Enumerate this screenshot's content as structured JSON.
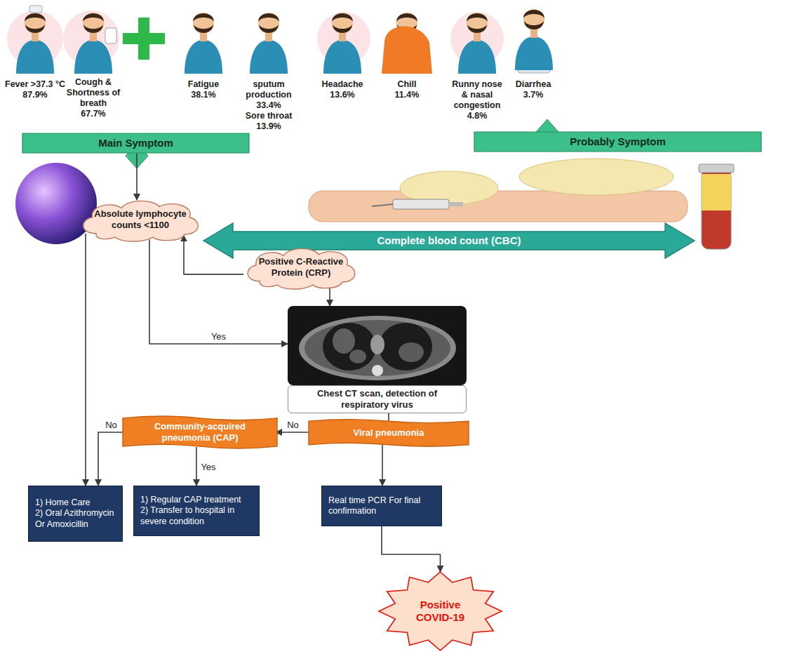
{
  "diagram": {
    "nodes": [
      {
        "text": [
          "Main Symptom"
        ]
      },
      {
        "text": [
          "Probably Symptom"
        ]
      },
      {
        "text": [
          "Absolute lymphocyte counts <1100"
        ]
      },
      {
        "text": [
          "Complete blood count (CBC)"
        ]
      },
      {
        "text": [
          "Positive C-Reactive Protein (CRP)"
        ]
      },
      {
        "text": [
          "Chest CT scan, detection of respiratory virus"
        ]
      },
      {
        "text": [
          "Viral pneumonia"
        ]
      },
      {
        "text": [
          "Community-acquired pneumonia (CAP)"
        ]
      },
      {
        "text": [
          "1) Home Care",
          "2) Oral Azithromycin Or Amoxicillin"
        ]
      },
      {
        "text": [
          "1) Regular CAP treatment",
          "2) Transfer to hospital in severe condition"
        ]
      },
      {
        "text": [
          "Real time PCR For final confirmation"
        ]
      },
      {
        "text": [
          "Positive COVID-19"
        ]
      }
    ],
    "edges": [
      {
        "from": 0,
        "to": 2,
        "arrow": "to"
      },
      {
        "from": 2,
        "to": 8,
        "arrow": "to"
      },
      {
        "from": 4,
        "to": 2,
        "arrow": "to"
      },
      {
        "from": 2,
        "to": 5,
        "label": "Yes",
        "arrow": "to"
      },
      {
        "from": 4,
        "to": 5,
        "arrow": "to"
      },
      {
        "from": 5,
        "to": 6,
        "arrow": "none"
      },
      {
        "from": 6,
        "to": 7,
        "label": "No",
        "arrow": "to"
      },
      {
        "from": 7,
        "to": 8,
        "label": "No",
        "arrow": "to"
      },
      {
        "from": 7,
        "to": 9,
        "label": "Yes",
        "arrow": "to"
      },
      {
        "from": 6,
        "to": 10,
        "arrow": "to"
      },
      {
        "from": 10,
        "to": 11,
        "arrow": "to"
      }
    ],
    "labels": [
      "Fever >37.3 °C",
      "87.9%",
      "Cough & Shortness of breath",
      "67.7%",
      "Fatigue",
      "38.1%",
      "sputum production",
      "33.4%",
      "Sore throat",
      "13.9%",
      "Headache",
      "13.6%",
      "Chill",
      "11.4%",
      "Runny nose & nasal congestion",
      "4.8%",
      "Diarrhea",
      "3.7%"
    ]
  }
}
